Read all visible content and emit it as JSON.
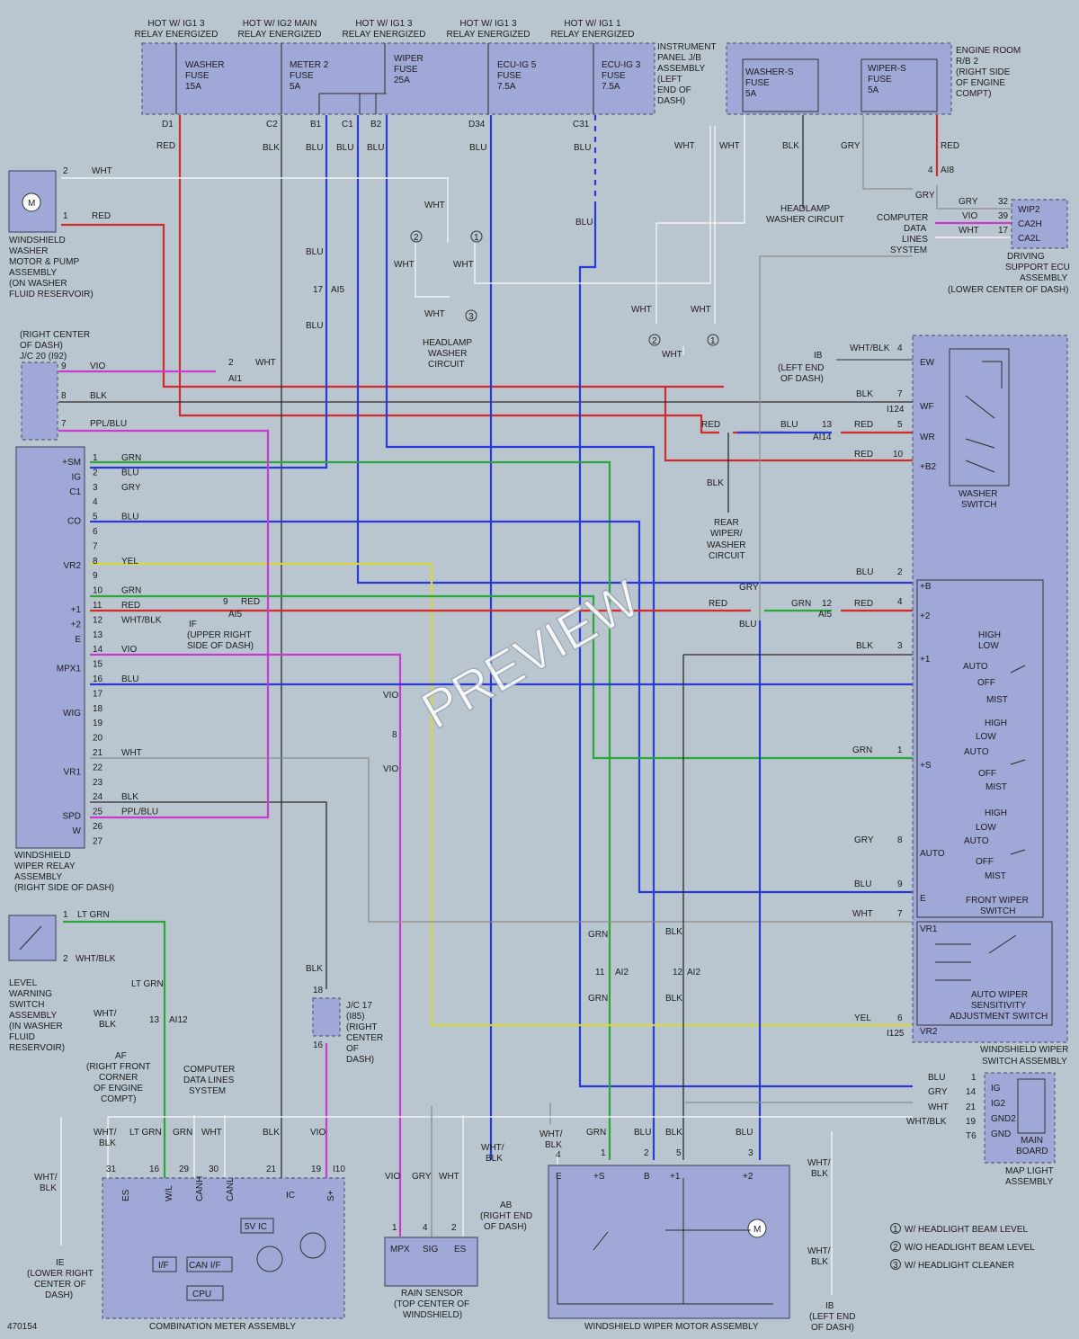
{
  "page": {
    "id": "470154",
    "watermark": "PREVIEW"
  },
  "relay_headers": [
    "HOT W/ IG1 3 RELAY ENERGIZED",
    "HOT W/ IG2 MAIN RELAY ENERGIZED",
    "HOT W/ IG1 3 RELAY ENERGIZED",
    "HOT W/ IG1 3 RELAY ENERGIZED",
    "HOT W/ IG1 1 RELAY ENERGIZED"
  ],
  "fuses_jb": [
    "WASHER FUSE 15A",
    "METER 2 FUSE 5A",
    "WIPER FUSE 25A",
    "ECU-IG 5 FUSE 7.5A",
    "ECU-IG 3 FUSE 7.5A"
  ],
  "jb_pins": [
    "D1",
    "C2",
    "B1",
    "C1",
    "B2",
    "D34",
    "C31"
  ],
  "jb_label": "INSTRUMENT PANEL J/B ASSEMBLY (LEFT END OF DASH)",
  "rb_fuses": [
    "WASHER-S FUSE 5A",
    "WIPER-S FUSE 5A"
  ],
  "rb_label": "ENGINE ROOM R/B 2 (RIGHT SIDE OF ENGINE COMPT)",
  "components": {
    "washer_motor": "WINDSHIELD WASHER MOTOR & PUMP ASSEMBLY (ON WASHER FLUID RESERVOIR)",
    "jc20": "(RIGHT CENTER OF DASH) J/C 20 (I92)",
    "relay": "WINDSHIELD WIPER RELAY ASSEMBLY (RIGHT SIDE OF DASH)",
    "level_switch": "LEVEL WARNING SWITCH ASSEMBLY (IN WASHER FLUID RESERVOIR)",
    "jc17": "J/C 17 (I85) (RIGHT CENTER OF DASH)",
    "combination_meter": "COMBINATION METER ASSEMBLY",
    "rain_sensor": "RAIN SENSOR (TOP CENTER OF WINDSHIELD)",
    "wiper_motor": "WINDSHIELD WIPER MOTOR ASSEMBLY",
    "map_light": "MAP LIGHT ASSEMBLY",
    "main_board": "MAIN BOARD",
    "switch_assembly": "WINDSHIELD WIPER SWITCH ASSEMBLY",
    "washer_switch": "WASHER SWITCH",
    "front_wiper_switch": "FRONT WIPER SWITCH",
    "sensitivity_switch": "AUTO WIPER SENSITIVITY ADJUSTMENT SWITCH",
    "driving_support_ecu": "DRIVING SUPPORT ECU ASSEMBLY (LOWER CENTER OF DASH)",
    "computer_data_lines": "COMPUTER DATA LINES SYSTEM",
    "headlamp_washer_circuit": "HEADLAMP WASHER CIRCUIT",
    "rear_wiper_circuit": "REAR WIPER/ WASHER CIRCUIT"
  },
  "relay_pins": [
    "+SM",
    "IG",
    "C1",
    "",
    "CO",
    "",
    "",
    "VR2",
    "",
    "",
    "+1",
    "+2",
    "E",
    "",
    "MPX1",
    "",
    "",
    "WIG",
    "",
    "",
    "",
    "VR1",
    "",
    "",
    "SPD",
    "W",
    ""
  ],
  "relay_wires": {
    "1": "GRN",
    "2": "BLU",
    "3": "GRY",
    "5": "BLU",
    "8": "YEL",
    "10": "GRN",
    "11": "RED",
    "12": "WHT/BLK",
    "14": "VIO",
    "16": "BLU",
    "21": "WHT",
    "24": "BLK",
    "25": "PPL/BLU"
  },
  "grounds": {
    "IF": "IF (UPPER RIGHT SIDE OF DASH)",
    "IB_upper": "IB (LEFT END OF DASH)",
    "AF": "AF (RIGHT FRONT CORNER OF ENGINE COMPT)",
    "IE": "IE (LOWER RIGHT CENTER OF DASH)",
    "AB": "AB (RIGHT END OF DASH)",
    "IB_lower": "IB (LEFT END OF DASH)"
  },
  "switch_positions": [
    "HIGH",
    "LOW",
    "AUTO",
    "OFF",
    "MIST"
  ],
  "meter_pins": [
    "ES",
    "W/L",
    "CANH",
    "CANL",
    "",
    "S+"
  ],
  "meter_internal": [
    "5V IC",
    "IC",
    "I/F",
    "CAN I/F",
    "CPU"
  ],
  "rain_pins": [
    "MPX",
    "SIG",
    "ES"
  ],
  "motor_pins": [
    "E",
    "+S",
    "B",
    "+1",
    "+2"
  ],
  "legend": [
    {
      "id": "1",
      "text": "W/ HEADLIGHT BEAM LEVEL"
    },
    {
      "id": "2",
      "text": "W/O HEADLIGHT BEAM LEVEL"
    },
    {
      "id": "3",
      "text": "W/ HEADLIGHT CLEANER"
    }
  ],
  "wire_colors": {
    "red": "#d42a2a",
    "blue": "#2a3ad8",
    "green": "#2aa63a",
    "violet": "#c93ad0",
    "yellow": "#d8d83a",
    "white": "#f2f2f2",
    "black": "#2b2b2b",
    "gray": "#8d8d8d"
  }
}
